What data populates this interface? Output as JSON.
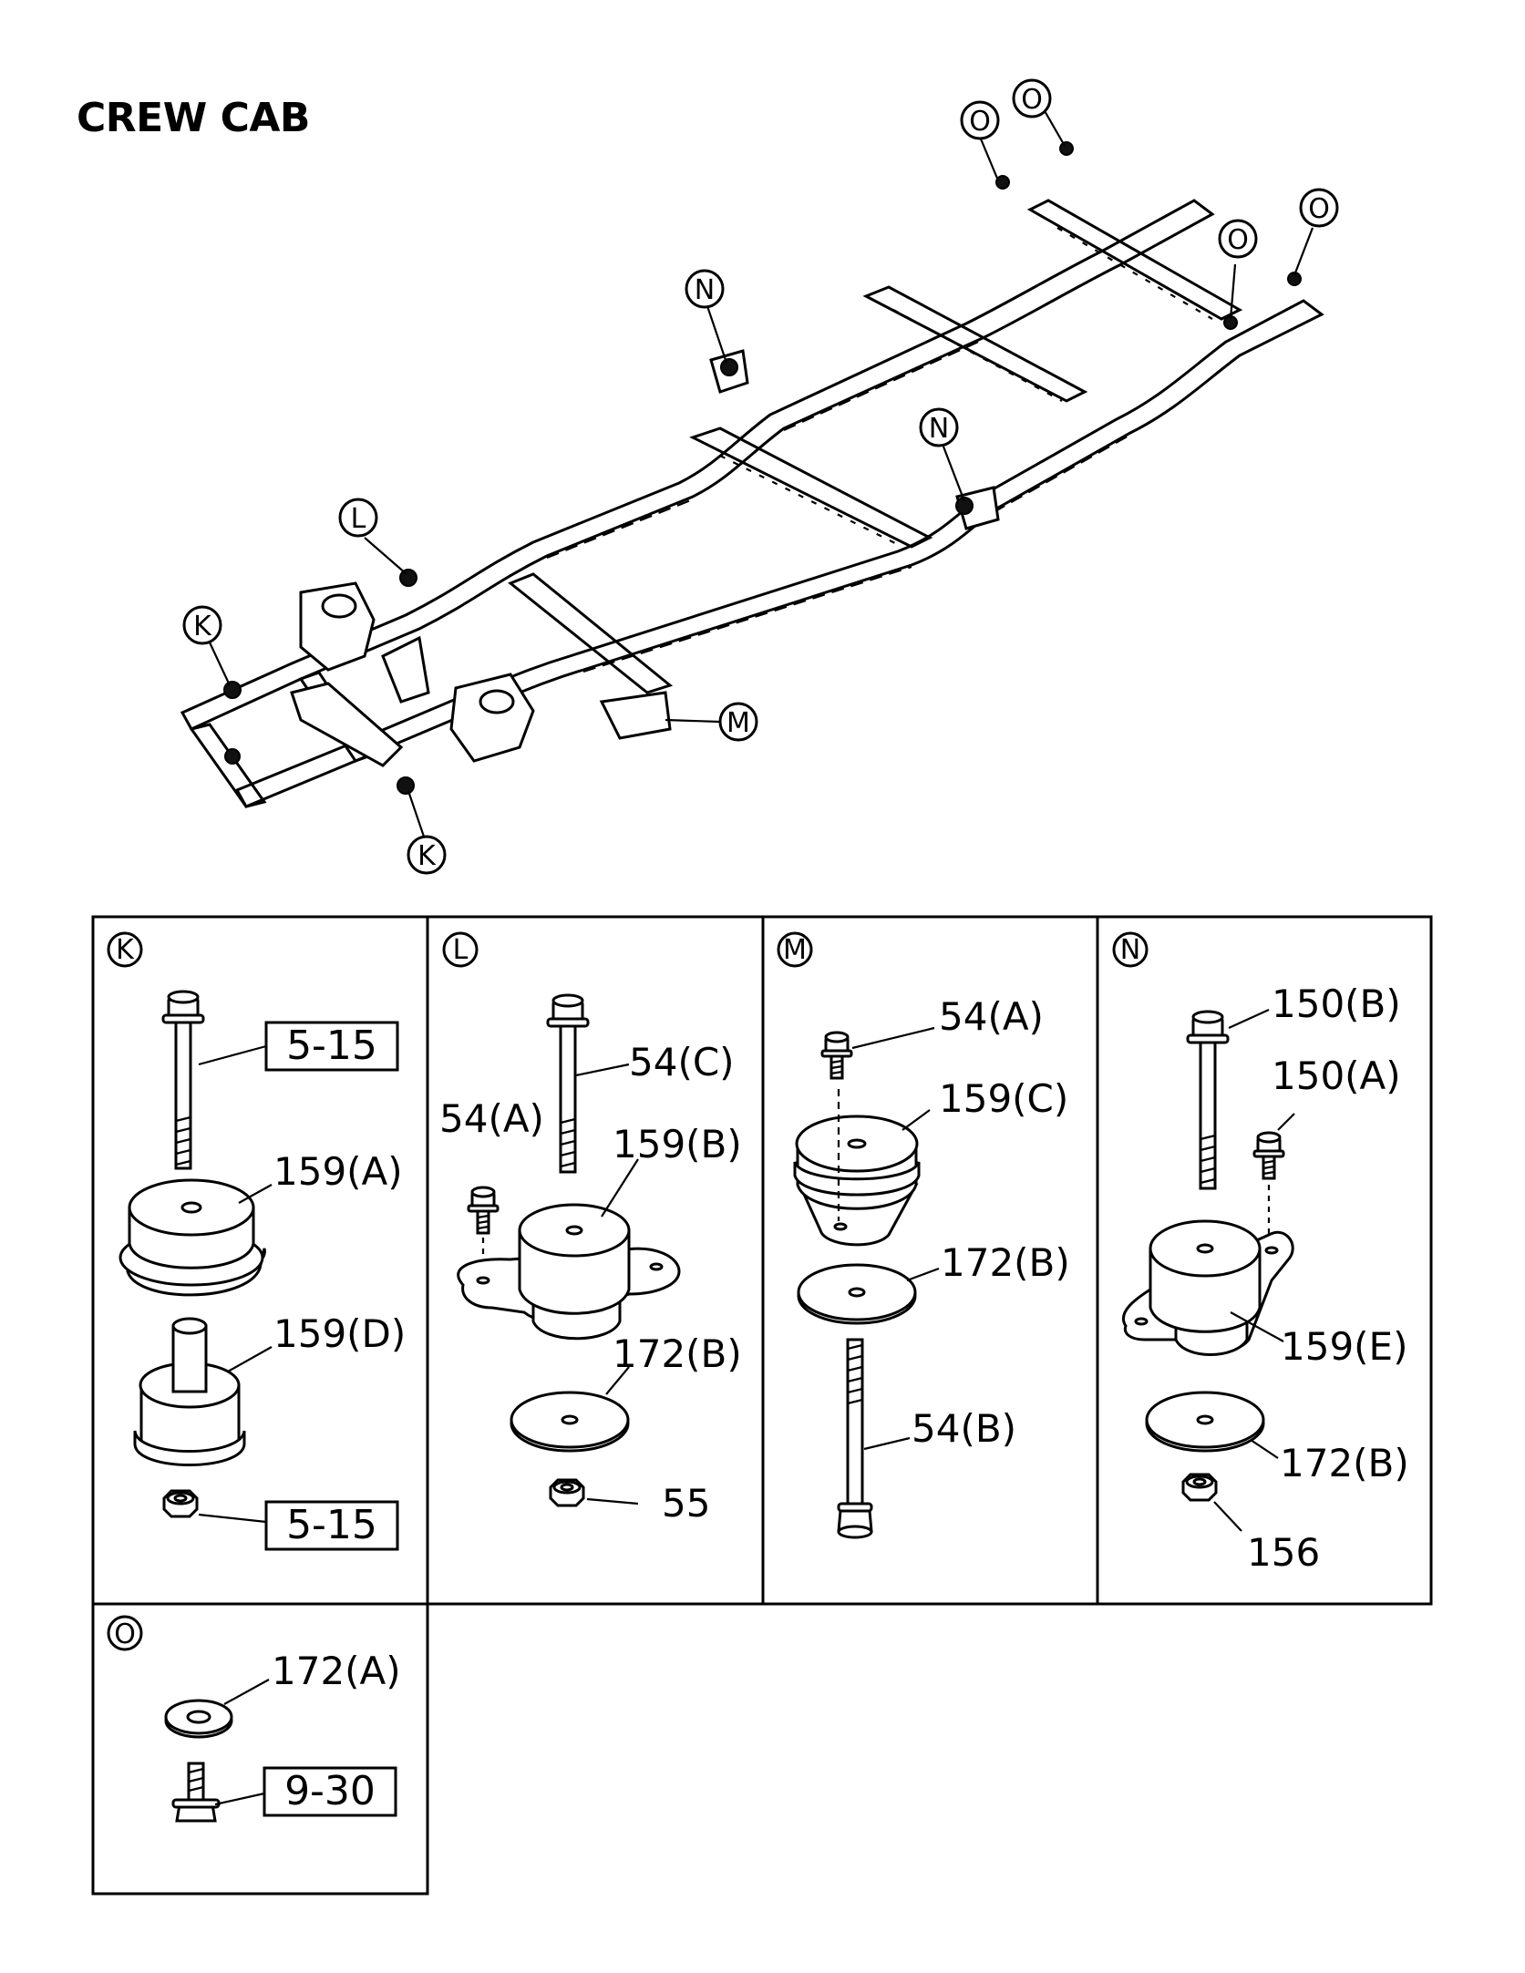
{
  "title": "CREW CAB",
  "overview_callouts": {
    "O1": "O",
    "O2": "O",
    "O3": "O",
    "O4": "O",
    "N1": "N",
    "N2": "N",
    "L": "L",
    "K1": "K",
    "K2": "K",
    "M": "M"
  },
  "panels": {
    "K": {
      "letter": "K",
      "labels": {
        "part_159A": "159(A)",
        "part_159D": "159(D)"
      },
      "boxes": {
        "bolt_ref": "5-15",
        "nut_ref": "5-15"
      }
    },
    "L": {
      "letter": "L",
      "labels": {
        "bolt_54C": "54(C)",
        "bolt_54A": "54(A)",
        "mount_159B": "159(B)",
        "washer_172B": "172(B)",
        "nut_55": "55"
      }
    },
    "M": {
      "letter": "M",
      "labels": {
        "bolt_54A": "54(A)",
        "mount_159C": "159(C)",
        "washer_172B": "172(B)",
        "bolt_54B": "54(B)"
      }
    },
    "N": {
      "letter": "N",
      "labels": {
        "bolt_150B": "150(B)",
        "bolt_150A": "150(A)",
        "mount_159E": "159(E)",
        "washer_172B": "172(B)",
        "nut_156": "156"
      }
    },
    "O": {
      "letter": "O",
      "labels": {
        "washer_172A": "172(A)"
      },
      "boxes": {
        "bolt_ref": "9-30"
      }
    }
  }
}
